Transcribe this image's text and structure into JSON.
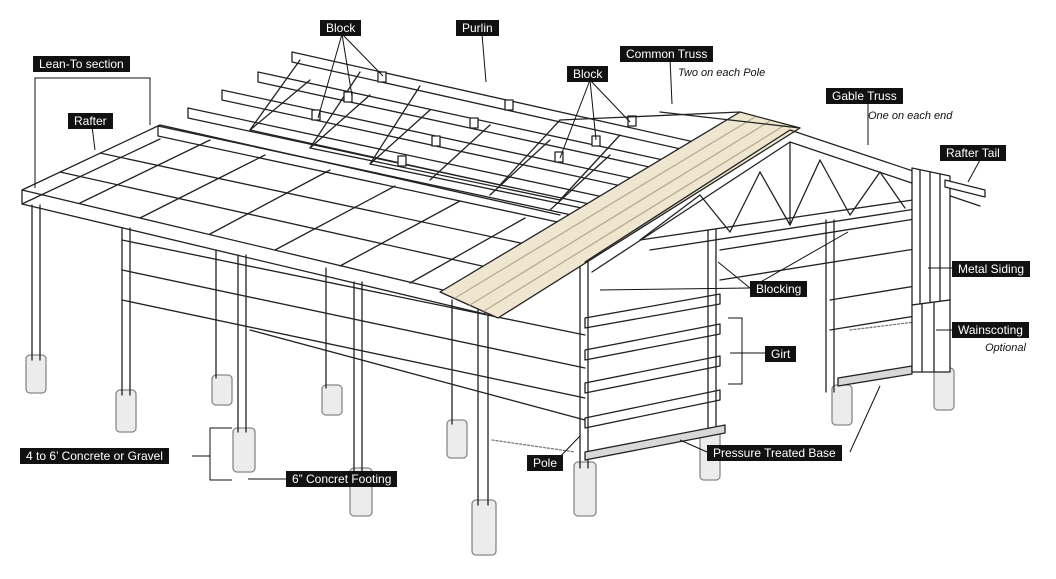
{
  "labels": {
    "block_top": "Block",
    "purlin": "Purlin",
    "common_truss": "Common Truss",
    "common_truss_note": "Two on each Pole",
    "block_right": "Block",
    "lean_to": "Lean-To section",
    "rafter": "Rafter",
    "gable_truss": "Gable Truss",
    "gable_truss_note": "One on each end",
    "rafter_tail": "Rafter Tail",
    "metal_siding": "Metal Siding",
    "blocking": "Blocking",
    "wainscoting": "Wainscoting",
    "wainscoting_note": "Optional",
    "girt": "Girt",
    "concrete_gravel": "4 to 6’ Concrete or Gravel",
    "concrete_footing": "6” Concret Footing",
    "pole": "Pole",
    "pressure_treated_base": "Pressure Treated Base"
  },
  "colors": {
    "line": "#222222",
    "label_bg": "#111111",
    "label_text": "#ffffff",
    "roof_panel": "#efe6cf",
    "footing": "#e9e9e9"
  }
}
